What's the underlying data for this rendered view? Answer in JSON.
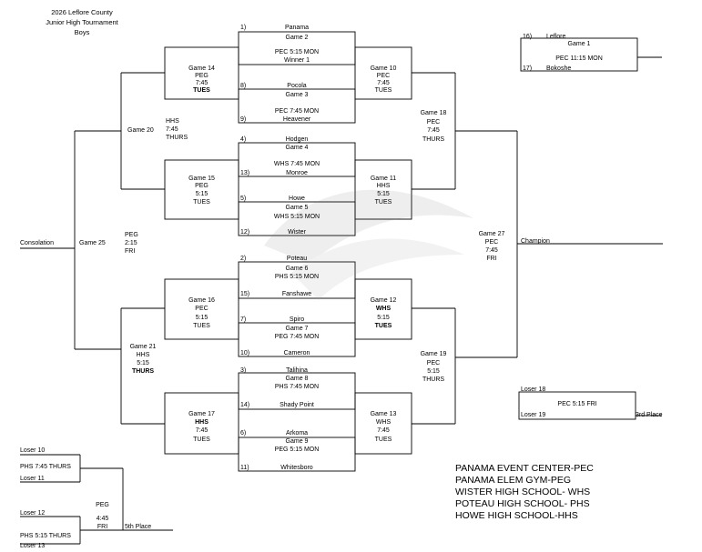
{
  "title": {
    "line1": "2026 Leflore County",
    "line2": "Junior High Tournament",
    "line3": "Boys"
  },
  "seeds": {
    "s1": "1)",
    "panama": "Panama",
    "s8": "8)",
    "pocola": "Pocola",
    "s9": "9)",
    "heavener": "Heavener",
    "s4": "4)",
    "hodgen": "Hodgen",
    "s13": "13)",
    "monroe": "Monroe",
    "s5": "5)",
    "howe": "Howe",
    "s12": "12)",
    "wister": "Wister",
    "s2": "2)",
    "poteau": "Poteau",
    "s15": "15)",
    "fanshawe": "Fanshawe",
    "s7": "7)",
    "spiro": "Spiro",
    "s10": "10)",
    "cameron": "Cameron",
    "s3": "3)",
    "talihina": "Talihina",
    "s14": "14)",
    "shadypoint": "Shady Point",
    "s6": "6)",
    "arkoma": "Arkoma",
    "s11": "11)",
    "whitesboro": "Whitesboro",
    "s16": "16)",
    "leflore": "Leflore",
    "s17": "17)",
    "bokoshe": "Bokoshe"
  },
  "games": {
    "g1": {
      "name": "Game 1",
      "info": "PEC 11:15 MON"
    },
    "g2": {
      "name": "Game 2",
      "info": "PEC 5:15 MON",
      "note": "Winner 1"
    },
    "g3": {
      "name": "Game 3",
      "info": "PEC 7:45 MON"
    },
    "g4": {
      "name": "Game 4",
      "info": "WHS 7:45 MON"
    },
    "g5": {
      "name": "Game 5",
      "info": "WHS 5:15 MON"
    },
    "g6": {
      "name": "Game 6",
      "info": "PHS 5:15 MON"
    },
    "g7": {
      "name": "Game 7",
      "info": "PEG 7:45 MON"
    },
    "g8": {
      "name": "Game 8",
      "info": "PHS 7:45 MON"
    },
    "g9": {
      "name": "Game 9",
      "info": "PEG 5:15 MON"
    },
    "g10": {
      "name": "Game 10",
      "l1": "PEC",
      "l2": "7:45",
      "l3": "TUES"
    },
    "g11": {
      "name": "Game 11",
      "l1": "HHS",
      "l2": "5:15",
      "l3": "TUES"
    },
    "g12": {
      "name": "Game 12",
      "l1": "WHS",
      "l2": "5:15",
      "l3": "TUES"
    },
    "g13": {
      "name": "Game 13",
      "l1": "WHS",
      "l2": "7:45",
      "l3": "TUES"
    },
    "g14": {
      "name": "Game 14",
      "l1": "PEG",
      "l2": "7:45",
      "l3": "TUES"
    },
    "g15": {
      "name": "Game 15",
      "l1": "PEG",
      "l2": "5:15",
      "l3": "TUES"
    },
    "g16": {
      "name": "Game 16",
      "l1": "PEC",
      "l2": "5:15",
      "l3": "TUES"
    },
    "g17": {
      "name": "Game 17",
      "l1": "HHS",
      "l2": "7:45",
      "l3": "TUES"
    },
    "g18": {
      "name": "Game 18",
      "l1": "PEC",
      "l2": "7:45",
      "l3": "THURS"
    },
    "g19": {
      "name": "Game 19",
      "l1": "PEC",
      "l2": "5:15",
      "l3": "THURS"
    },
    "g20": {
      "name": "Game 20",
      "l1": "HHS",
      "l2": "7:45",
      "l3": "THURS"
    },
    "g21": {
      "name": "Game 21",
      "l1": "HHS",
      "l2": "5:15",
      "l3": "THURS"
    },
    "g25": {
      "name": "Game 25",
      "l1": "PEG",
      "l2": "2:15",
      "l3": "FRI"
    },
    "g27": {
      "name": "Game 27",
      "l1": "PEC",
      "l2": "7:45",
      "l3": "FRI"
    }
  },
  "results": {
    "consolation": "Consolation",
    "champion": "Champion",
    "third": "3rd Place",
    "fifth": "5th Place"
  },
  "losers": {
    "l18": "Loser 18",
    "l19": "Loser 19",
    "third_info": "PEC 5:15 FRI",
    "l10": "Loser 10",
    "l11": "Loser 11",
    "fifth_top_info": "PHS 7:45 THURS",
    "l12": "Loser 12",
    "l13": "Loser 13",
    "fifth_bot_info": "PHS 5:15 THURS",
    "fifth_l1": "PEG",
    "fifth_l2": "4:45",
    "fifth_l3": "FRI"
  },
  "legend": [
    "PANAMA EVENT CENTER-PEC",
    "PANAMA ELEM GYM-PEG",
    "WISTER HIGH SCHOOL- WHS",
    "POTEAU HIGH SCHOOL- PHS",
    "HOWE HIGH SCHOOL-HHS"
  ]
}
